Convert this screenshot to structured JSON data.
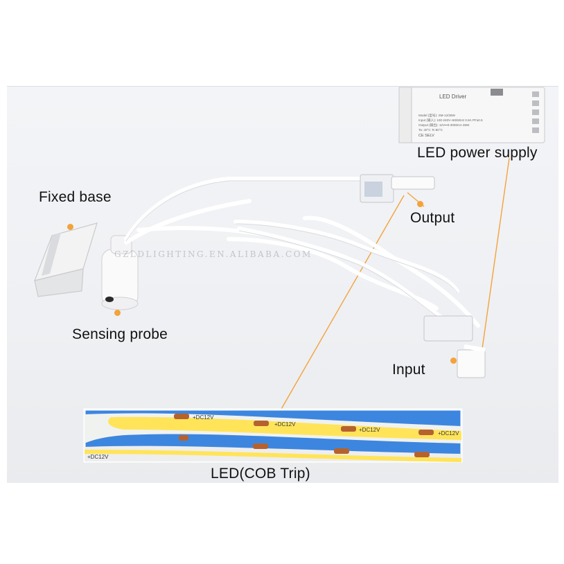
{
  "labels": {
    "fixed_base": "Fixed base",
    "sensing_probe": "Sensing probe",
    "led_power_supply": "LED power supply",
    "output": "Output",
    "input": "Input",
    "led_strip": "LED(COB Trip)"
  },
  "watermark": "GZLDLIGHTING.EN.ALIBABA.COM",
  "driver": {
    "title": "LED Driver",
    "lines": [
      "Model (型号): SM-12/36W",
      "Input (输入): 100-240V~50/60Hz 0.8A PF≥0.5",
      "Output (输出): 12V⎓0-3000mA 36W",
      "Ta: 40°C  Tc:80°C",
      "CE  SELV"
    ]
  },
  "strip_text": {
    "marking": "+DC12V",
    "minus": "−",
    "plus": "+"
  },
  "colors": {
    "accent_dot": "#f4a23a",
    "leader_line": "#f4a23a",
    "cob_yellow": "#ffe45a",
    "strip_blue": "#4a8fe0"
  }
}
